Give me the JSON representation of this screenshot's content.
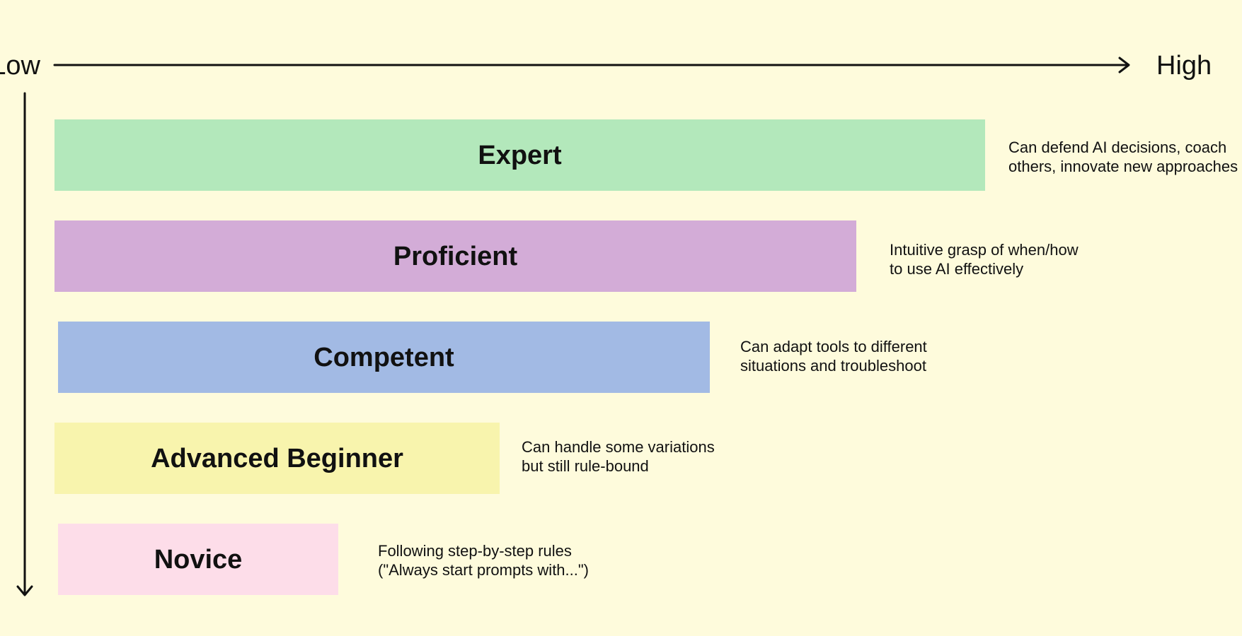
{
  "axes": {
    "horizontal_low": "Low",
    "horizontal_high": "High"
  },
  "levels": [
    {
      "key": "expert",
      "label": "Expert",
      "color": "#b3e8bb",
      "description": [
        "Can defend AI decisions, coach",
        "others, innovate new approaches"
      ]
    },
    {
      "key": "proficient",
      "label": "Proficient",
      "color": "#d3acd7",
      "description": [
        "Intuitive grasp of when/how",
        "to use AI effectively"
      ]
    },
    {
      "key": "competent",
      "label": "Competent",
      "color": "#a2bae4",
      "description": [
        "Can adapt tools to different",
        "situations and troubleshoot"
      ]
    },
    {
      "key": "advanced-beginner",
      "label": "Advanced Beginner",
      "color": "#f8f4ad",
      "description": [
        "Can handle some variations",
        "but still rule-bound"
      ]
    },
    {
      "key": "novice",
      "label": "Novice",
      "color": "#fddde9",
      "description": [
        "Following step-by-step rules",
        "(\"Always start prompts with...\")"
      ]
    }
  ]
}
